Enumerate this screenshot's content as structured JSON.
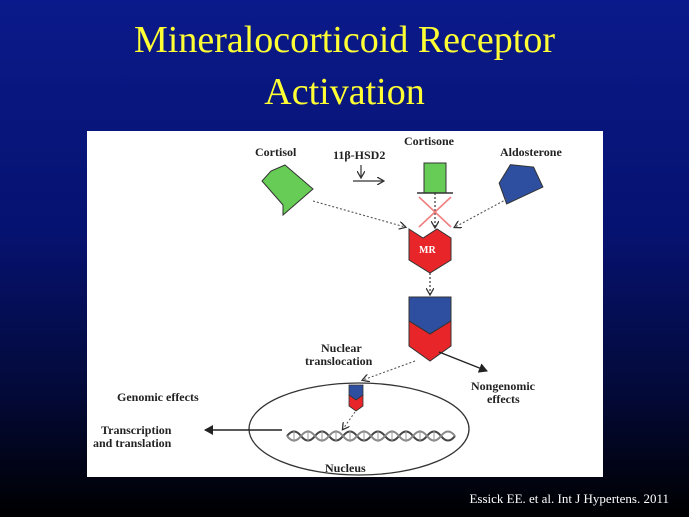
{
  "slide": {
    "title_line1": "Mineralocorticoid Receptor",
    "title_line2": "Activation",
    "citation": "Essick EE. et al. Int J Hypertens. 2011"
  },
  "diagram": {
    "labels": {
      "cortisol": "Cortisol",
      "enzyme": "11β-HSD2",
      "cortisone": "Cortisone",
      "aldosterone": "Aldosterone",
      "receptor": "MR",
      "nuclear_line1": "Nuclear",
      "nuclear_line2": "translocation",
      "genomic": "Genomic effects",
      "nongenomic_line1": "Nongenomic",
      "nongenomic_line2": "effects",
      "transcription_line1": "Transcription",
      "transcription_line2": "and translation",
      "nucleus": "Nucleus"
    },
    "colors": {
      "cortisol": "#66cc55",
      "cortisone": "#66cc55",
      "aldosterone": "#2e4fa0",
      "receptor": "#e8262a",
      "block_mark": "#f08080"
    }
  }
}
